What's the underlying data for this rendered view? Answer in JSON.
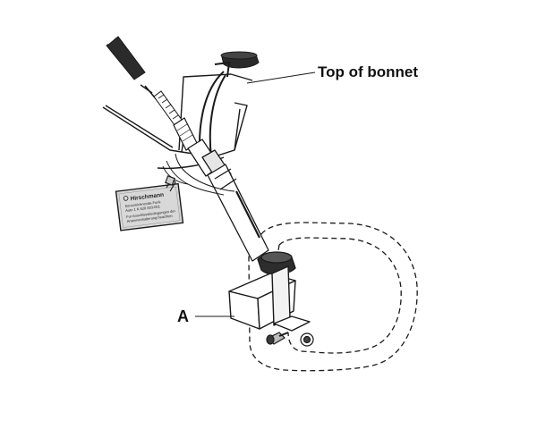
{
  "callouts": {
    "top_of_bonnet": "Top of bonnet",
    "part_a": "A"
  },
  "antenna_label": {
    "brand": "Hirschmann",
    "line1": "Kennzeichnende-Funk",
    "line2": "Auto 1 K   620 003-001",
    "line3": "Fur Anschlussbedingungen der",
    "line4": "Antennenhalterung beachten"
  },
  "colors": {
    "ink": "#1a1a1a",
    "label_fill": "#d8d8d8",
    "background": "#ffffff"
  }
}
